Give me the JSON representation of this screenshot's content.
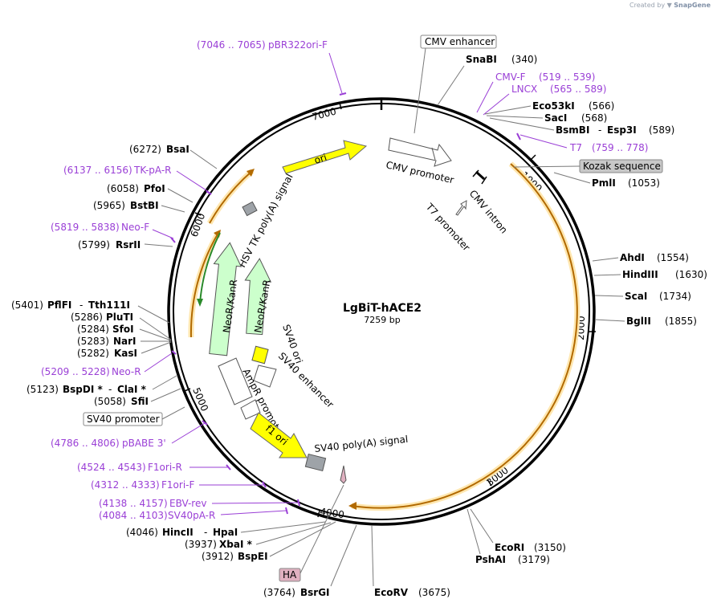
{
  "credit": {
    "created_by": "Created by",
    "brand": "SnapGene"
  },
  "plasmid": {
    "name": "LgBiT-hACE2",
    "length": "7259 bp"
  },
  "ticks": [
    {
      "label": "1000"
    },
    {
      "label": "2000"
    },
    {
      "label": "3000"
    },
    {
      "label": "4000"
    },
    {
      "label": "5000"
    },
    {
      "label": "6000"
    },
    {
      "label": "7000"
    }
  ],
  "features": {
    "cmv_promoter": "CMV promoter",
    "cmv_intron": "CMV intron",
    "t7_promoter": "T7 promoter",
    "ori": "ori",
    "hsv_tk": "HSV TK poly(A) signal",
    "neo1": "NeoR/KanR",
    "neo2": "NeoR/KanR",
    "sv40_ori": "SV40 ori",
    "sv40_enh": "SV40 enhancer",
    "ampr_prom": "AmpR promoter",
    "f1_ori": "f1 ori",
    "sv40_polya": "SV40 poly(A) signal"
  },
  "boxed_labels": {
    "cmv_enhancer": "CMV enhancer",
    "kozak": "Kozak sequence",
    "sv40_promoter": "SV40 promoter",
    "ha": "HA"
  },
  "primers": {
    "pbr322": {
      "pos": "(7046 .. 7065)",
      "name": "pBR322ori-F"
    },
    "cmvf": {
      "pos": "(519 .. 539)",
      "name": "CMV-F"
    },
    "lncx": {
      "pos": "(565 .. 589)",
      "name": "LNCX"
    },
    "t7": {
      "pos": "(759 .. 778)",
      "name": "T7"
    },
    "tkpa": {
      "pos": "(6137 .. 6156)",
      "name": "TK-pA-R"
    },
    "neof": {
      "pos": "(5819 .. 5838)",
      "name": "Neo-F"
    },
    "neor": {
      "pos": "(5209 .. 5228)",
      "name": "Neo-R"
    },
    "pbabe": {
      "pos": "(4786 .. 4806)",
      "name": "pBABE 3'"
    },
    "f1r": {
      "pos": "(4524 .. 4543)",
      "name": "F1ori-R"
    },
    "f1f": {
      "pos": "(4312 .. 4333)",
      "name": "F1ori-F"
    },
    "ebv": {
      "pos": "(4138 .. 4157)",
      "name": "EBV-rev"
    },
    "sv40pa": {
      "pos": "(4084 .. 4103)",
      "name": "SV40pA-R"
    }
  },
  "sites": {
    "snabi": {
      "name": "SnaBI",
      "pos": "(340)"
    },
    "eco53ki": {
      "name": "Eco53kI",
      "pos": "(566)"
    },
    "saci": {
      "name": "SacI",
      "pos": "(568)"
    },
    "bsmbi": {
      "name": "BsmBI",
      "sep": "-",
      "name2": "Esp3I",
      "pos": "(589)"
    },
    "pmli": {
      "name": "PmlI",
      "pos": "(1053)"
    },
    "ahdi": {
      "name": "AhdI",
      "pos": "(1554)"
    },
    "hindiii": {
      "name": "HindIII",
      "pos": "(1630)"
    },
    "scai": {
      "name": "ScaI",
      "pos": "(1734)"
    },
    "bglii": {
      "name": "BglII",
      "pos": "(1855)"
    },
    "ecori": {
      "name": "EcoRI",
      "pos": "(3150)"
    },
    "pshai": {
      "name": "PshAI",
      "pos": "(3179)"
    },
    "ecorv": {
      "name": "EcoRV",
      "pos": "(3675)"
    },
    "bsrgi": {
      "name": "BsrGI",
      "pos": "(3764)"
    },
    "bspei": {
      "name": "BspEI",
      "pos": "(3912)"
    },
    "xbai": {
      "name": "XbaI *",
      "pos": "(3937)"
    },
    "hincii": {
      "name": "HincII",
      "sep": "-",
      "name2": "HpaI",
      "pos": "(4046)"
    },
    "sfii": {
      "name": "SfiI",
      "pos": "(5058)"
    },
    "bspdi": {
      "name": "BspDI *",
      "sep": "-",
      "name2": "ClaI *",
      "pos": "(5123)"
    },
    "kasi": {
      "name": "KasI",
      "pos": "(5282)"
    },
    "nari": {
      "name": "NarI",
      "pos": "(5283)"
    },
    "sfoi": {
      "name": "SfoI",
      "pos": "(5284)"
    },
    "pluti": {
      "name": "PluTI",
      "pos": "(5286)"
    },
    "pflfi": {
      "name": "PflFI",
      "sep": "-",
      "name2": "Tth111I",
      "pos": "(5401)"
    },
    "rsrii": {
      "name": "RsrII",
      "pos": "(5799)"
    },
    "bstbi": {
      "name": "BstBI",
      "pos": "(5965)"
    },
    "pfoi": {
      "name": "PfoI",
      "pos": "(6058)"
    },
    "bsai": {
      "name": "BsaI",
      "pos": "(6272)"
    }
  },
  "colors": {
    "backbone": "#000000",
    "orf": "#f0a020",
    "ori": "#ffff00",
    "neo": "#ccffcc",
    "primer": "#9a3fd6",
    "gray_feature": "#9ea3a8",
    "ha_tag": "#e0b0c0"
  }
}
